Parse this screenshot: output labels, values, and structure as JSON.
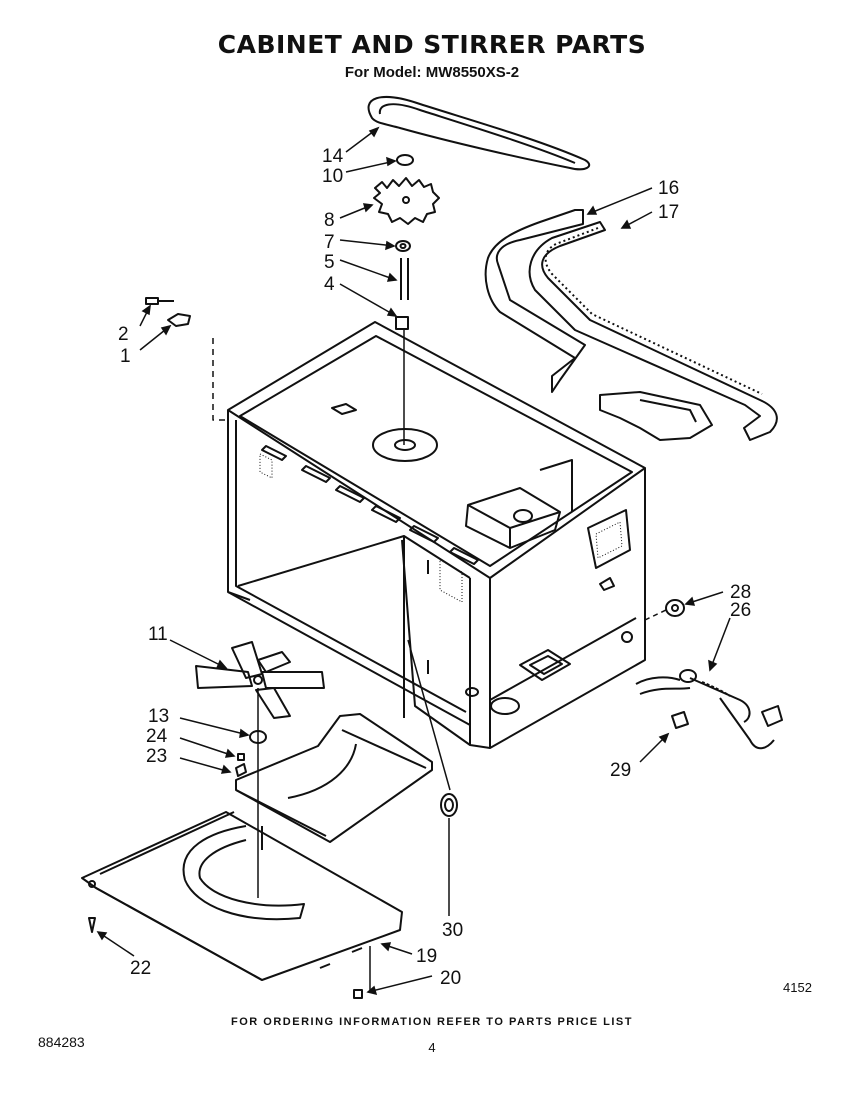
{
  "title": "CABINET AND STIRRER PARTS",
  "subtitle": "For Model: MW8550XS-2",
  "figure_number": "4152",
  "footer_note": "FOR ORDERING INFORMATION REFER TO PARTS PRICE LIST",
  "doc_number": "884283",
  "page_number": "4",
  "callouts": [
    "14",
    "10",
    "8",
    "7",
    "5",
    "4",
    "2",
    "1",
    "16",
    "17",
    "11",
    "13",
    "24",
    "23",
    "28",
    "26",
    "29",
    "30",
    "19",
    "20",
    "22"
  ]
}
